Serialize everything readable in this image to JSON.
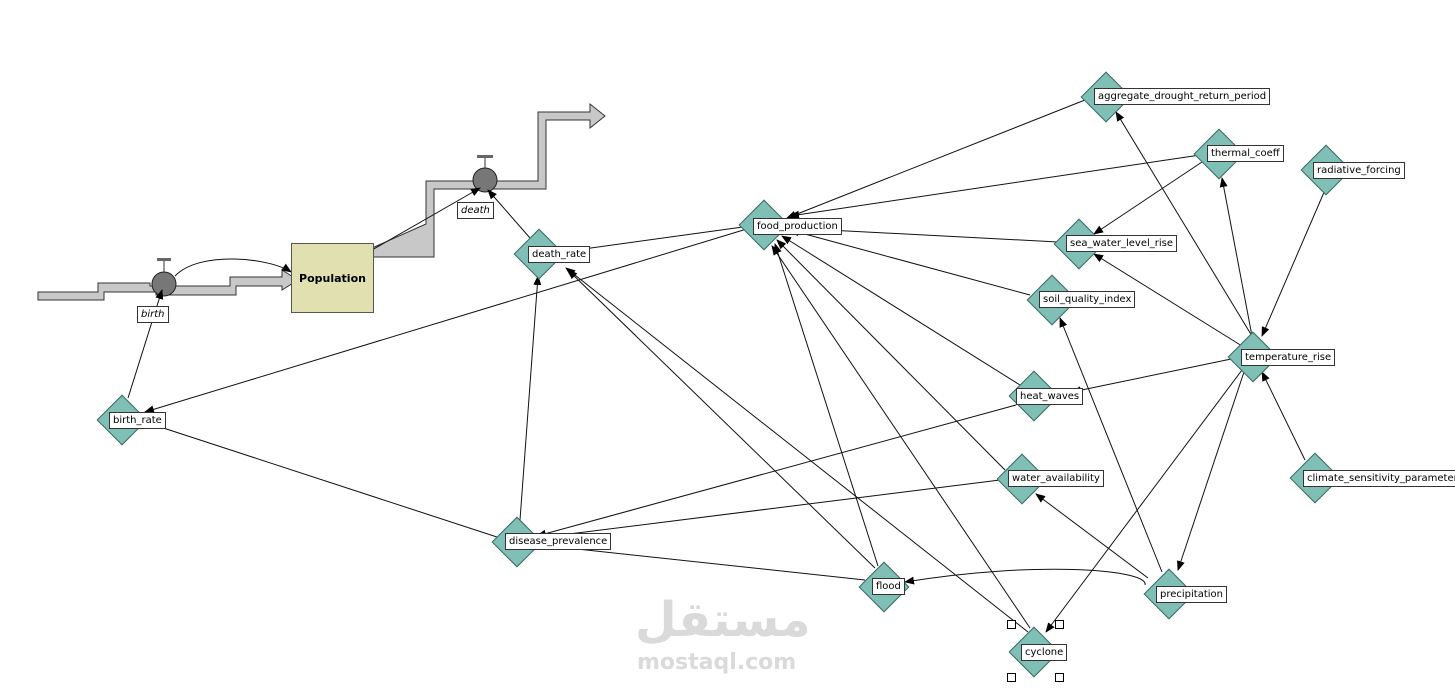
{
  "stock": {
    "label": "Population"
  },
  "flows": {
    "birth": "birth",
    "death": "death"
  },
  "variables": {
    "aggregate_drought_return_period": "aggregate_drought_return_period",
    "thermal_coeff": "thermal_coeff",
    "radiative_forcing": "radiative_forcing",
    "food_production": "food_production",
    "death_rate": "death_rate",
    "sea_water_level_rise": "sea_water_level_rise",
    "soil_quality_index": "soil_quality_index",
    "temperature_rise": "temperature_rise",
    "heat_waves": "heat_waves",
    "birth_rate": "birth_rate",
    "water_availability": "water_availability",
    "climate_sensitivity_parameter": "climate_sensitivity_parameter",
    "disease_prevalence": "disease_prevalence",
    "flood": "flood",
    "precipitation": "precipitation",
    "cyclone": "cyclone"
  },
  "watermark": {
    "arabic": "مستقل",
    "latin": "mostaql.com"
  },
  "colors": {
    "variable_fill": "#7fbfb5",
    "stock_fill": "#e0e0b0",
    "pipe_fill": "#c8c8c8"
  }
}
